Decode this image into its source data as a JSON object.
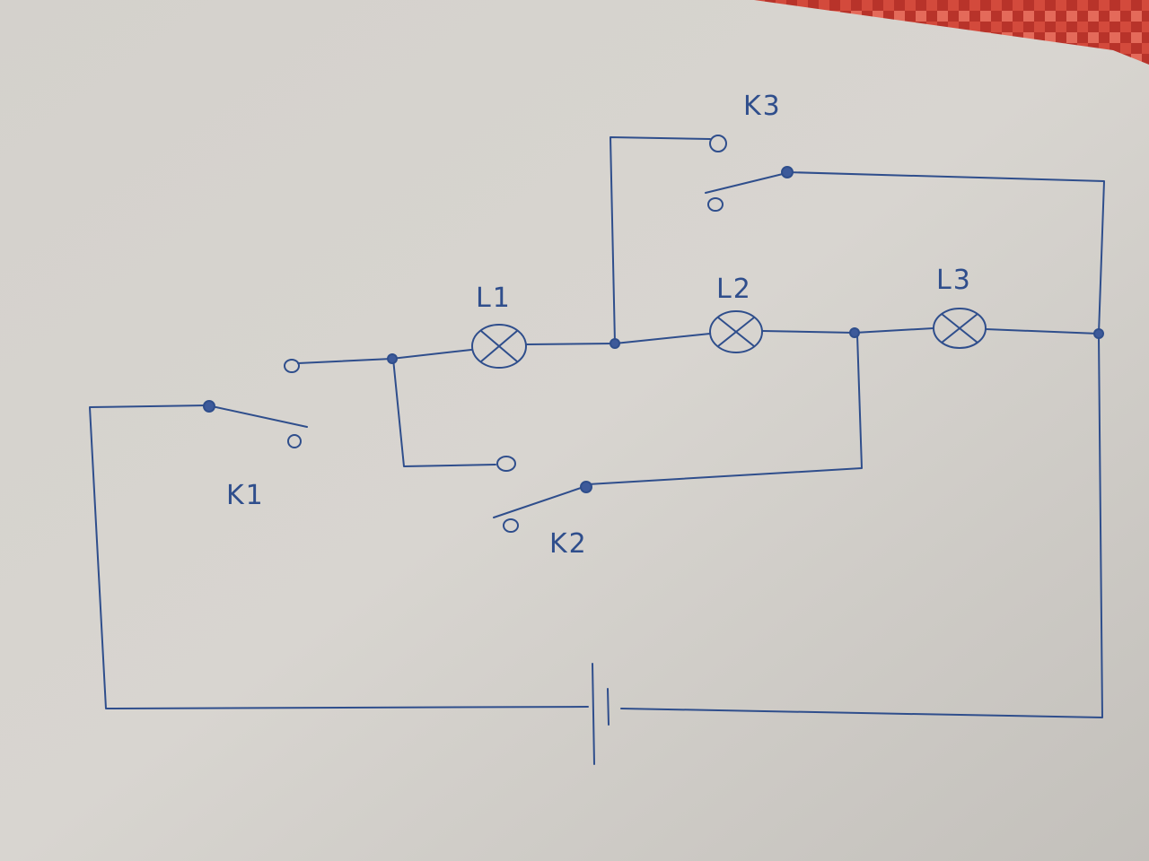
{
  "labels": {
    "k1": "K1",
    "k2": "K2",
    "k3": "K3",
    "l1": "L1",
    "l2": "L2",
    "l3": "L3"
  },
  "colors": {
    "ink": "#2f4e8c",
    "paper": "#d6d3cf",
    "tablecloth": "#c0392b"
  }
}
